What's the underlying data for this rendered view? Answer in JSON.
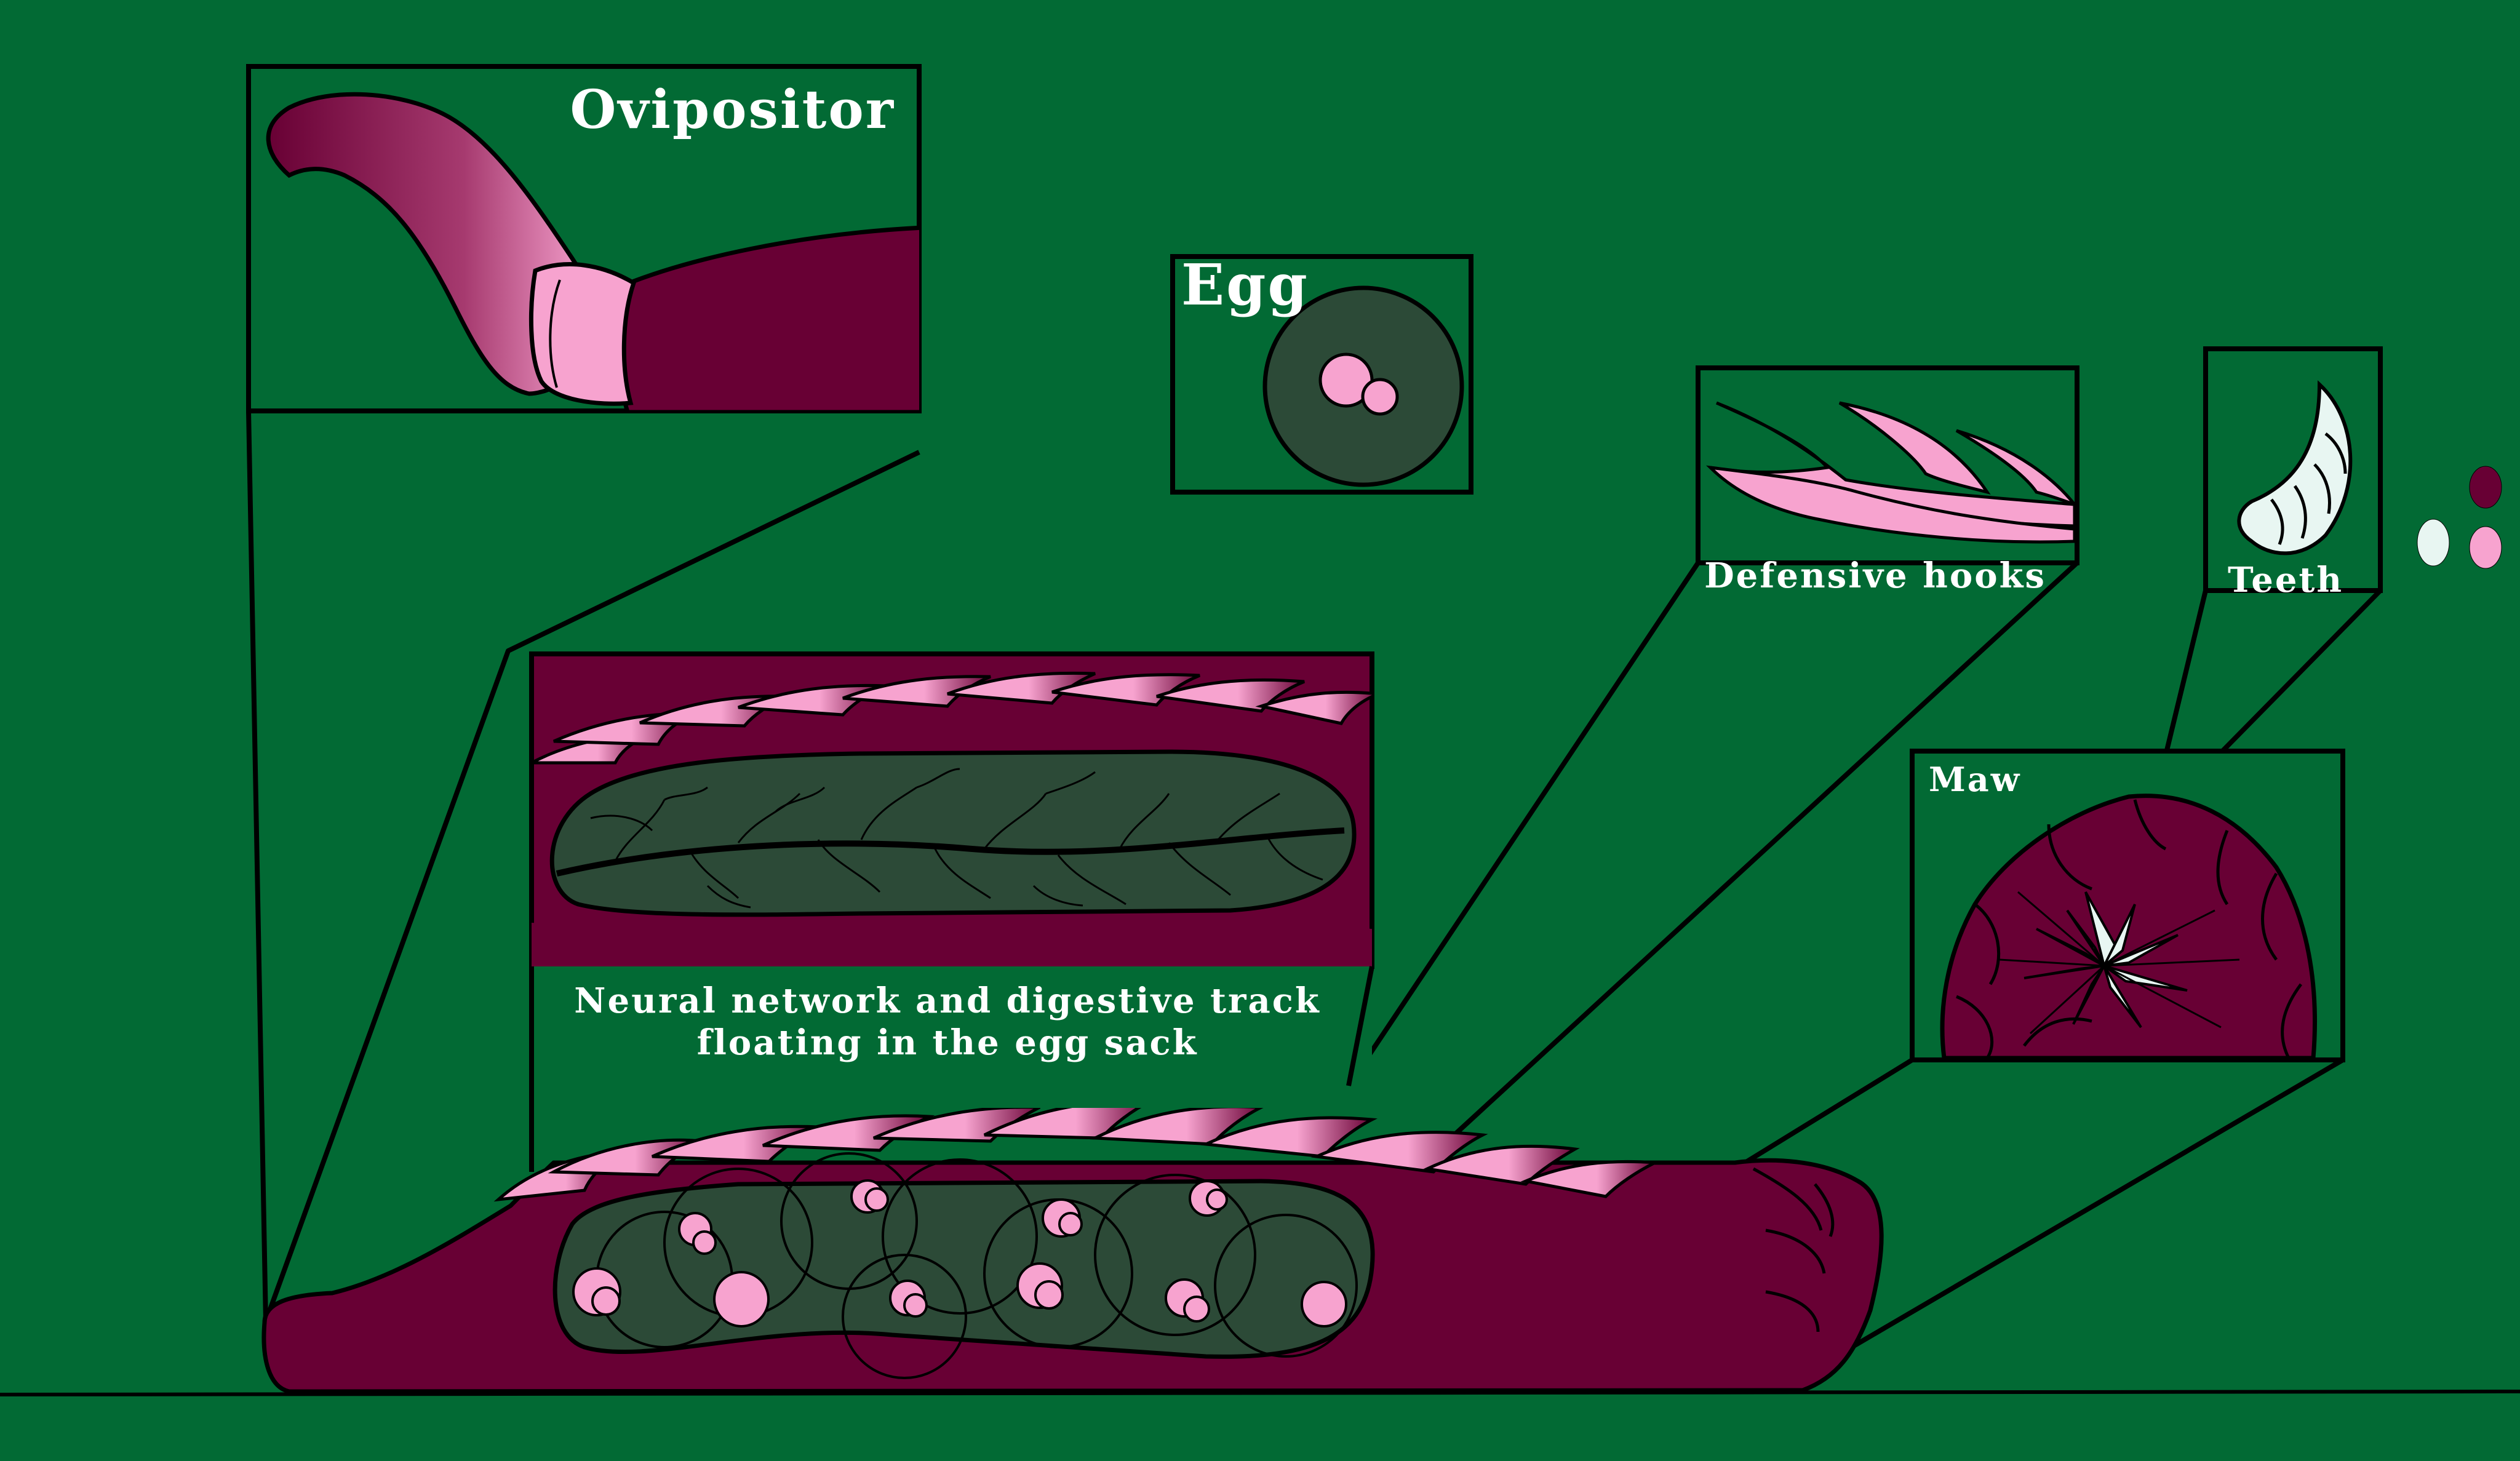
{
  "labels": {
    "ovipositor": "Ovipositor",
    "egg": "Egg",
    "defensive_hooks": "Defensive hooks",
    "teeth": "Teeth",
    "maw": "Maw",
    "neural_line1": "Neural network and digestive track",
    "neural_line2": "floating in the egg sack"
  },
  "colors": {
    "background": "#026a34",
    "flesh": "#680034",
    "pink": "#f7a3cf",
    "sac": "#2c4a37",
    "outline": "#000000",
    "tooth": "#e8f6f2"
  },
  "swatches": [
    "#680034",
    "#e8f6f2",
    "#f7a3cf"
  ]
}
